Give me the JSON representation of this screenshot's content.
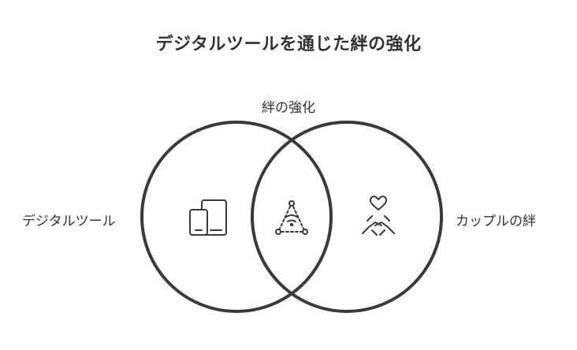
{
  "title": "デジタルツールを通じた絆の強化",
  "labels": {
    "intersection": "絆の強化",
    "left_set": "デジタルツール",
    "right_set": "カップルの絆"
  },
  "icons": {
    "left": "smartphone-tablet-icon",
    "center": "network-connection-icon",
    "right": "heart-hands-icon"
  },
  "colors": {
    "stroke": "#3a3a3a",
    "text": "#333333"
  }
}
